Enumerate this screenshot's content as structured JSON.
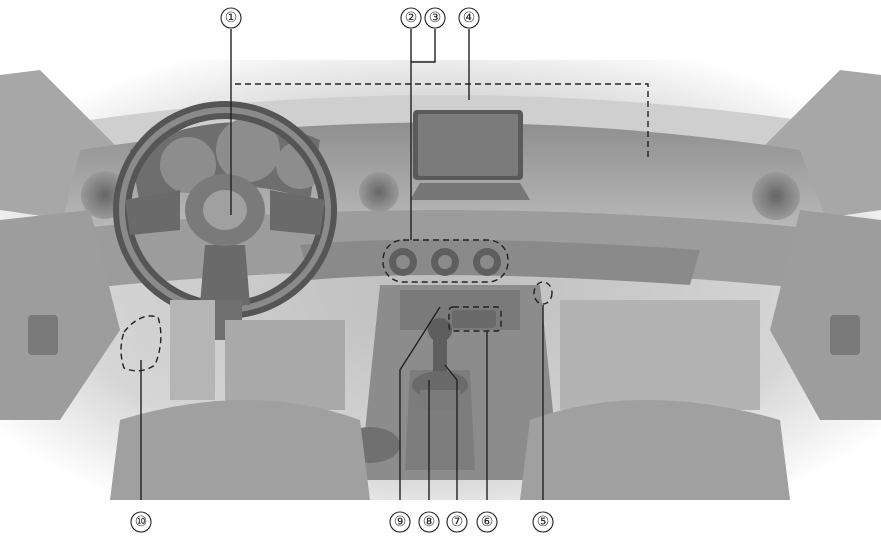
{
  "callouts": [
    {
      "id": "c1",
      "label": "①"
    },
    {
      "id": "c2",
      "label": "②"
    },
    {
      "id": "c3",
      "label": "③"
    },
    {
      "id": "c4",
      "label": "④"
    },
    {
      "id": "c5",
      "label": "⑤"
    },
    {
      "id": "c6",
      "label": "⑥"
    },
    {
      "id": "c7",
      "label": "⑦"
    },
    {
      "id": "c8",
      "label": "⑧"
    },
    {
      "id": "c9",
      "label": "⑨"
    },
    {
      "id": "c10",
      "label": "⑩"
    }
  ]
}
